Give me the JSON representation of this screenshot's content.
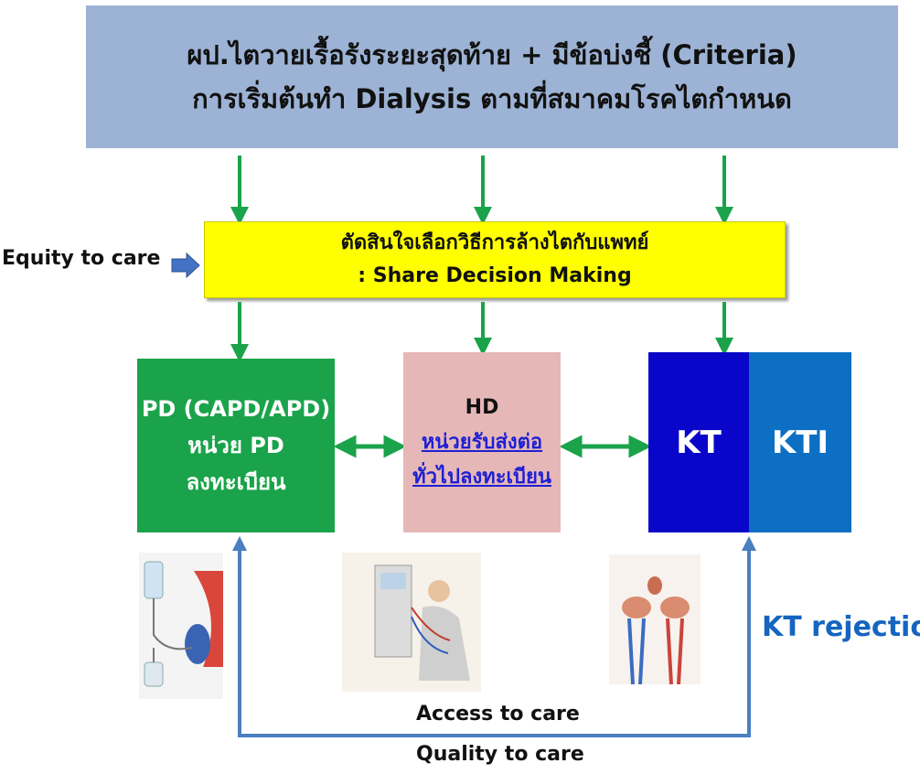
{
  "top_box": {
    "line1": "ผป.ไตวายเรื้อรังระยะสุดท้าย + มีข้อบ่งชี้ (Criteria)",
    "line2": "การเริ่มต้นทำ Dialysis ตามที่สมาคมโรคไตกำหนด"
  },
  "decision_box": {
    "line1": "ตัดสินใจเลือกวิธีการล้างไตกับแพทย์",
    "line2": ": Share Decision Making"
  },
  "equity_label": "Equity to care",
  "pd_box": {
    "line1": "PD (CAPD/APD)",
    "line2": "หน่วย PD",
    "line3": "ลงทะเบียน"
  },
  "hd_box": {
    "title": "HD",
    "link_line1": "หน่วยรับส่งต่อ",
    "link_line2": "ทั่วไปลงทะเบียน"
  },
  "kt_box": {
    "label": "KT"
  },
  "kti_box": {
    "label": "KTI"
  },
  "kt_rejection_label": "KT rejection",
  "access_label": "Access  to care",
  "quality_label": "Quality to care",
  "colors": {
    "top_box": "#9db3d5",
    "decision_box": "#ffff00",
    "pd_box": "#1aa34a",
    "hd_box": "#e6b7b7",
    "kt_box": "#0a06c9",
    "kti_box": "#0d6fc3",
    "green_arrows": "#1aa34a",
    "feedback_arrow": "#4a7fc1",
    "kt_rejection_text": "#1565c0"
  }
}
